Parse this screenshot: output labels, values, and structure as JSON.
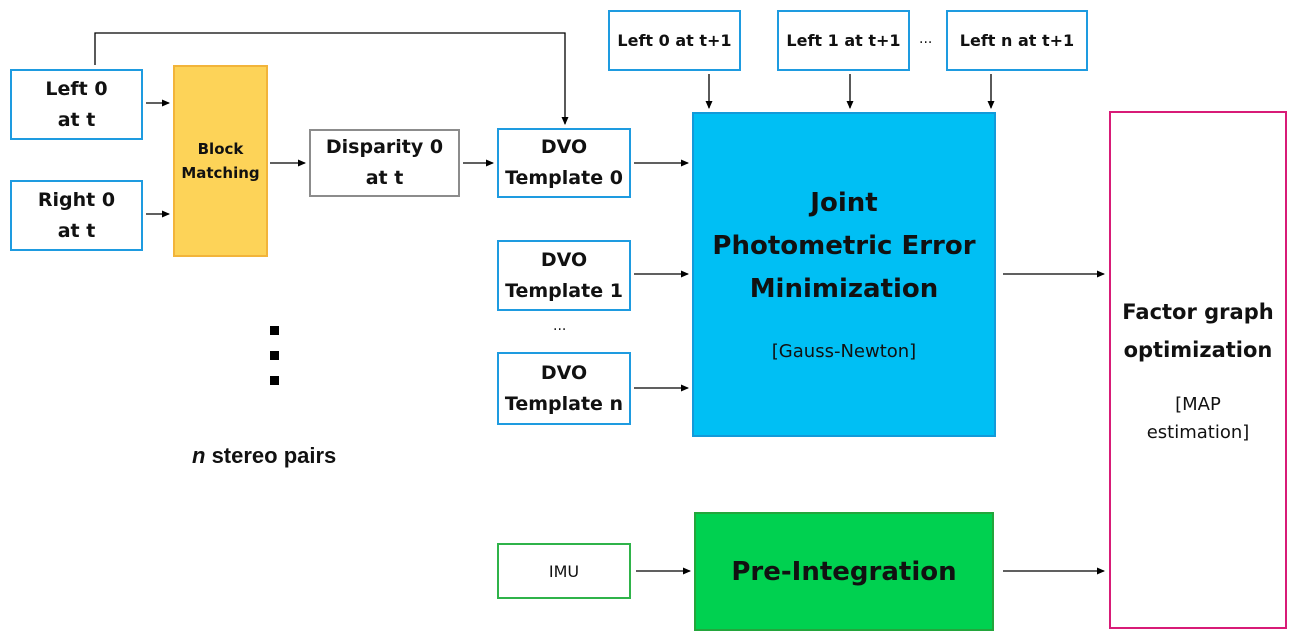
{
  "stereo": {
    "left0": [
      "Left 0",
      "at t"
    ],
    "right0": [
      "Right 0",
      "at t"
    ],
    "block_matching": [
      "Block",
      "Matching"
    ],
    "disparity0": [
      "Disparity 0",
      "at t"
    ],
    "caption_n": "n",
    "caption_rest": " stereo pairs"
  },
  "dvo": {
    "template0": [
      "DVO",
      "Template 0"
    ],
    "template1": [
      "DVO",
      "Template 1"
    ],
    "ellipsis": "...",
    "templateN": [
      "DVO",
      "Template n"
    ]
  },
  "next_frames": {
    "left0_next": "Left 0 at t+1",
    "left1_next": "Left 1 at t+1",
    "ellipsis": "...",
    "leftn_next": "Left n at t+1"
  },
  "joint": {
    "title": [
      "Joint",
      "Photometric Error",
      "Minimization"
    ],
    "method": "[Gauss-Newton]"
  },
  "imu": {
    "label": "IMU",
    "preintegration": "Pre-Integration"
  },
  "factor_graph": {
    "title": [
      "Factor graph",
      "optimization"
    ],
    "method": [
      "[MAP",
      "estimation]"
    ]
  },
  "colors": {
    "blue_border": "#1e9be0",
    "block_matching_fill": "#fdd358",
    "block_matching_border": "#f2b43a",
    "disparity_border": "#8c8c8c",
    "joint_fill": "#00bff4",
    "joint_border": "#139ad9",
    "preint_fill": "#00d150",
    "preint_border": "#23a63c",
    "imu_border": "#2fb34a",
    "factor_border": "#d81b77"
  }
}
